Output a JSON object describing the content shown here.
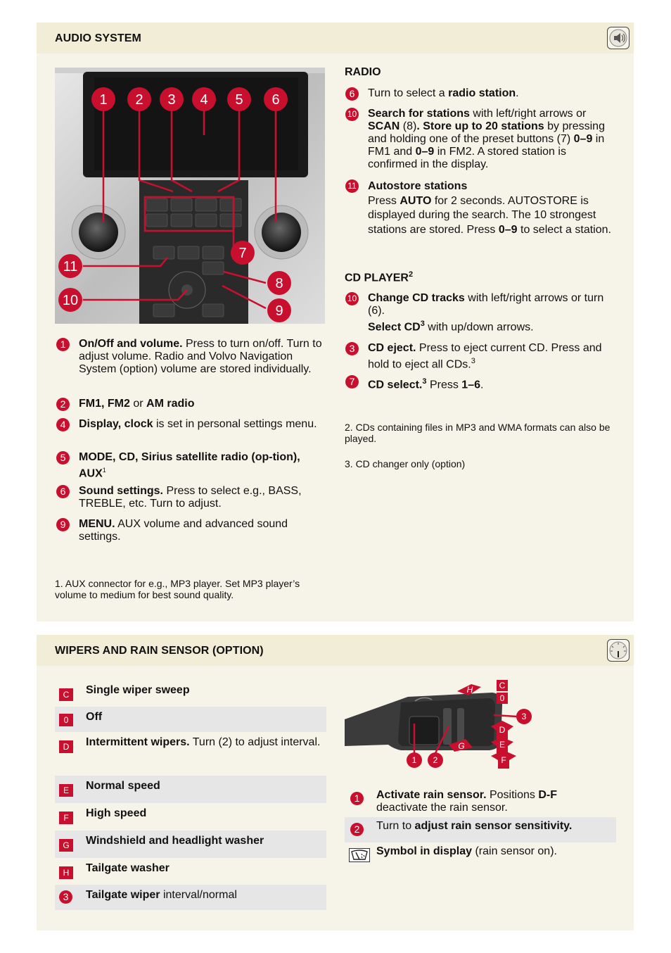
{
  "audio": {
    "title": "AUDIO SYSTEM",
    "callouts": [
      "1",
      "2",
      "3",
      "4",
      "5",
      "6",
      "7",
      "8",
      "9",
      "10",
      "11"
    ],
    "left_items": [
      {
        "n": "1",
        "bold": "On/Off and volume.",
        "text": " Press to turn on/off. Turn to adjust volume. Radio and Volvo Navigation System (option) volume are stored individually."
      },
      {
        "n": "2",
        "bold": "FM1, FM2",
        "mid": " or ",
        "bold2": "AM radio"
      },
      {
        "n": "4",
        "bold": "Display, clock",
        "text": " is set in personal settings menu."
      },
      {
        "n": "5",
        "bold": "MODE, CD, Sirius satellite radio (op-tion), AUX",
        "sup": "1"
      },
      {
        "n": "6",
        "bold": "Sound settings.",
        "text": " Press to select e.g., BASS, TREBLE, etc. Turn to adjust."
      },
      {
        "n": "9",
        "bold": "MENU.",
        "text": " AUX volume and advanced sound settings."
      }
    ],
    "footnote1": "1. AUX connector for e.g., MP3 player. Set MP3 player’s volume to medium for best sound quality.",
    "radio": {
      "heading": "RADIO",
      "item6": {
        "n": "6",
        "text": "Turn to select a ",
        "bold": "radio station",
        "end": "."
      },
      "item10": {
        "n": "10",
        "b1": "Search for stations",
        "t1": " with left/right arrows or ",
        "b2": "SCAN",
        "t2": " (8)",
        "b3": ". Store up to 20 stations",
        "t3": " by pressing and holding one of the preset buttons (7) ",
        "b4": "0–9",
        "t4": " in FM1 and ",
        "b5": "0–9",
        "t5": " in FM2. A stored station is confirmed in the display."
      },
      "item11": {
        "n": "11",
        "b1": "Autostore stations",
        "t1": "Press ",
        "b2": "AUTO",
        "t2": " for 2 seconds. AUTOSTORE is displayed during the search. The 10 strongest stations are stored. Press ",
        "b3": "0–9",
        "t3": " to select a station."
      }
    },
    "cd": {
      "heading": "CD PLAYER",
      "heading_sup": "2",
      "item10": {
        "n": "10",
        "b1": "Change CD tracks",
        "t1": " with left/right arrows or turn (6).",
        "b2": "Select CD",
        "sup": "3",
        "t2": " with up/down arrows."
      },
      "item3": {
        "n": "3",
        "b1": "CD eject.",
        "t1": " Press to eject current CD. Press and hold to eject all CDs.",
        "sup": "3"
      },
      "item7": {
        "n": "7",
        "b1": "CD select.",
        "sup": "3",
        "t1": " Press ",
        "b2": "1–6",
        "t2": "."
      }
    },
    "footnote2": "2. CDs containing files in MP3 and WMA formats can also be played.",
    "footnote3": "3. CD changer only (option)"
  },
  "wipers": {
    "title": "WIPERS AND RAIN SENSOR (OPTION)",
    "rows": [
      {
        "badge": "C",
        "bold": "Single wiper sweep",
        "text": ""
      },
      {
        "badge": "0",
        "bold": "Off",
        "text": ""
      },
      {
        "badge": "D",
        "bold": "Intermittent wipers.",
        "text": " Turn (2) to adjust interval."
      },
      {
        "badge": "E",
        "bold": "Normal speed",
        "text": ""
      },
      {
        "badge": "F",
        "bold": "High speed",
        "text": ""
      },
      {
        "badge": "G",
        "bold": "Windshield and headlight washer",
        "text": ""
      },
      {
        "badge": "H",
        "bold": "Tailgate washer",
        "text": ""
      },
      {
        "badge": "3",
        "bold": "Tailgate wiper",
        "text": " interval/normal"
      }
    ],
    "diagram_labels": {
      "c": "C",
      "zero": "0",
      "d": "D",
      "e": "E",
      "f": "F",
      "g": "G",
      "h": "H",
      "n1": "1",
      "n2": "2",
      "n3": "3"
    },
    "rain_rows": [
      {
        "n": "1",
        "bold": "Activate rain sensor.",
        "text": " Positions ",
        "bold2": "D-F",
        "text2": " deactivate the rain sensor."
      },
      {
        "n": "2",
        "pre": "Turn to ",
        "bold": "adjust rain sensor sensitivity."
      },
      {
        "icon": "rain-sensor-symbol-icon",
        "bold": "Symbol in display",
        "text": " (rain sensor on)."
      }
    ]
  },
  "colors": {
    "accent": "#c8102e",
    "panel": "#f6f3e8",
    "header": "#f1edd6",
    "row_alt": "#e6e6e6"
  }
}
